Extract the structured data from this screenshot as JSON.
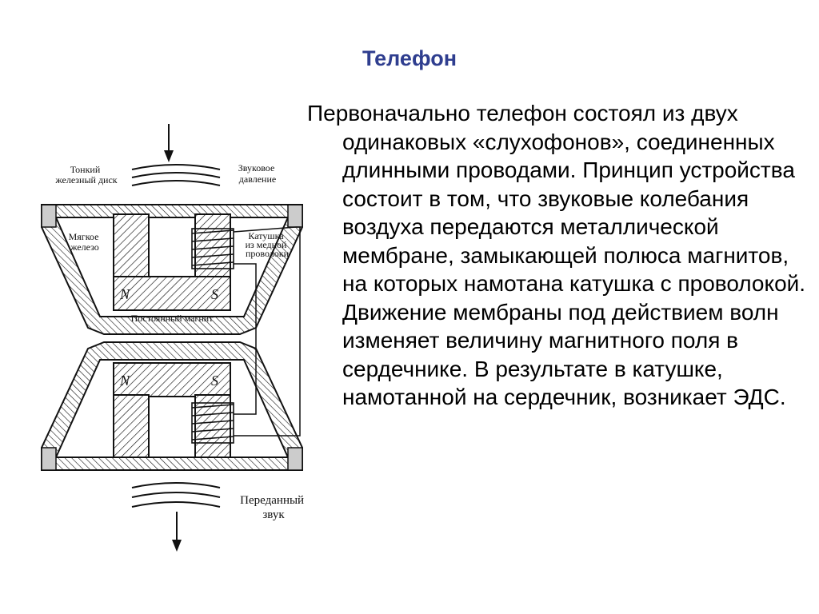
{
  "slide": {
    "title": "Телефон",
    "paragraph": "Первоначально телефон состоял из двух одинаковых «слухофонов», соединенных длинными проводами. Принцип устройства состоит в том, что звуковые колебания воздуха передаются металлической мембране, замыкающей полюса магнитов, на которых намотана катушка с проволокой. Движение мембраны под действием волн изменяет величину магнитного поля в сердечнике. В результате в катушке, намотанной на сердечник, возникает ЭДС."
  },
  "diagram": {
    "labels": {
      "thin_disk": [
        "Тонкий",
        "железный диск"
      ],
      "sound_pressure": [
        "Звуковое",
        "давление"
      ],
      "soft_iron": [
        "Мягкое",
        "железо"
      ],
      "coil": [
        "Катушка",
        "из медной",
        "проволоки"
      ],
      "permanent_magnet": "Постоянный магнит",
      "transmitted_sound": [
        "Переданный",
        "звук"
      ]
    },
    "poles": {
      "north": "N",
      "south": "S"
    }
  }
}
